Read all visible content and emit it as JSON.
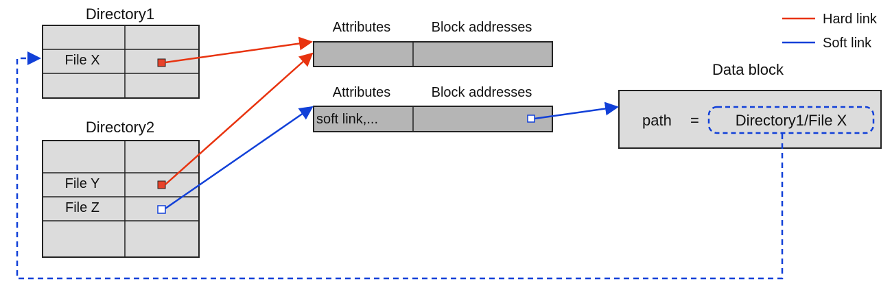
{
  "legend": {
    "hard": {
      "label": "Hard link",
      "color": "#e8330f"
    },
    "soft": {
      "label": "Soft link",
      "color": "#1140d8"
    }
  },
  "directory1": {
    "title": "Directory1",
    "rows": [
      "",
      "File X",
      ""
    ]
  },
  "directory2": {
    "title": "Directory2",
    "rows": [
      "",
      "File Y",
      "File Z",
      ""
    ]
  },
  "inode_x": {
    "attributes_header": "Attributes",
    "blocks_header": "Block addresses",
    "attributes_value": ""
  },
  "inode_z": {
    "attributes_header": "Attributes",
    "blocks_header": "Block addresses",
    "attributes_value": "soft link,..."
  },
  "data_block": {
    "title": "Data block",
    "key": "path",
    "equals": "=",
    "value": "Directory1/File X"
  },
  "colors": {
    "table_fill": "#dcdcdc",
    "inode_fill": "#b5b5b5",
    "border": "#222222",
    "red_marker": "#e8432b"
  }
}
